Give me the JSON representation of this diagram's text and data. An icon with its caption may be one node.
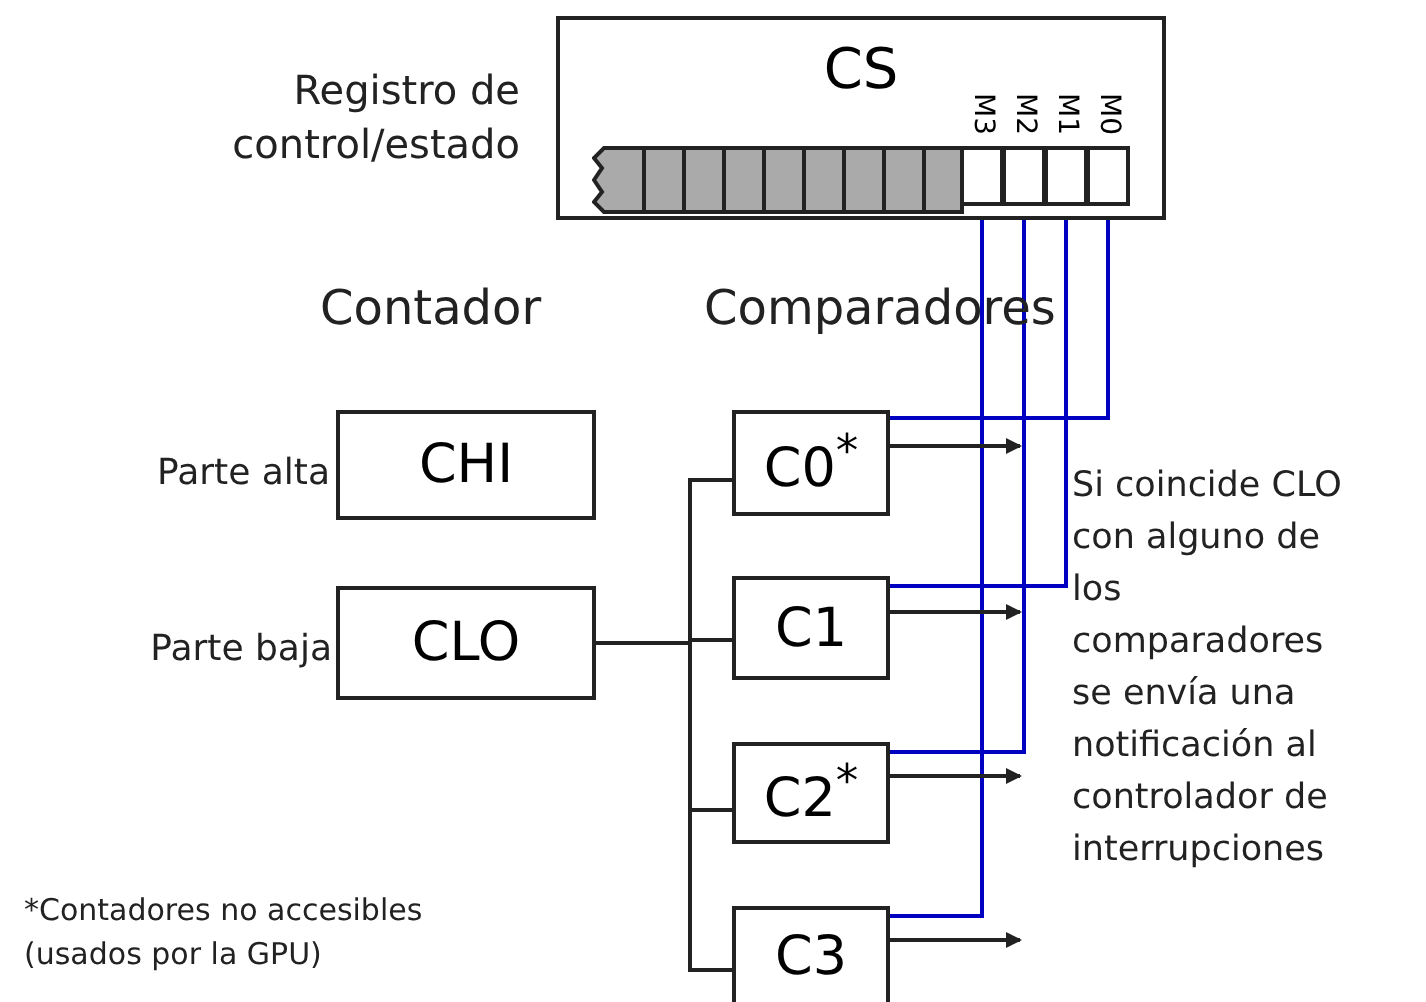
{
  "diagram": {
    "nodes": [
      {
        "text": [
          "CS"
        ],
        "beside": [
          "Registro de control/estado"
        ]
      },
      {
        "text": [
          "M3"
        ],
        "in": 0
      },
      {
        "text": [
          "M2"
        ],
        "in": 0
      },
      {
        "text": [
          "M1"
        ],
        "in": 0
      },
      {
        "text": [
          "M0"
        ],
        "in": 0
      },
      {
        "text": [
          "CHI"
        ],
        "beside": [
          "Parte alta"
        ]
      },
      {
        "text": [
          "CLO"
        ],
        "beside": [
          "Parte baja"
        ]
      },
      {
        "text": [
          "C0$^{*}$"
        ]
      },
      {
        "text": [
          "C1"
        ]
      },
      {
        "text": [
          "C2$^{*}$"
        ]
      },
      {
        "text": [
          "C3"
        ]
      },
      {
        "text": [
          "Si coincide CLO con alguno de los comparadores se envía una notificación al controlador de interrupciones"
        ]
      }
    ],
    "edges": [
      {
        "from": 6,
        "to": 7,
        "arrow": "none"
      },
      {
        "from": 6,
        "to": 8,
        "arrow": "none"
      },
      {
        "from": 6,
        "to": 9,
        "arrow": "none"
      },
      {
        "from": 6,
        "to": 10,
        "arrow": "none"
      },
      {
        "from": 4,
        "to": 7,
        "arrow": "none",
        "color": "#0000c0"
      },
      {
        "from": 3,
        "to": 8,
        "arrow": "none",
        "color": "#0000c0"
      },
      {
        "from": 2,
        "to": 9,
        "arrow": "none",
        "color": "#0000c0"
      },
      {
        "from": 1,
        "to": 10,
        "arrow": "none",
        "color": "#0000c0"
      },
      {
        "from": 7,
        "to": 11,
        "arrow": "to"
      },
      {
        "from": 8,
        "to": 11,
        "arrow": "to"
      },
      {
        "from": 9,
        "to": 11,
        "arrow": "to"
      },
      {
        "from": 10,
        "to": 11,
        "arrow": "to"
      }
    ],
    "labels": [
      "Contador",
      "Comparadores",
      "*Contadores no accesibles (usados por la GPU)"
    ]
  }
}
